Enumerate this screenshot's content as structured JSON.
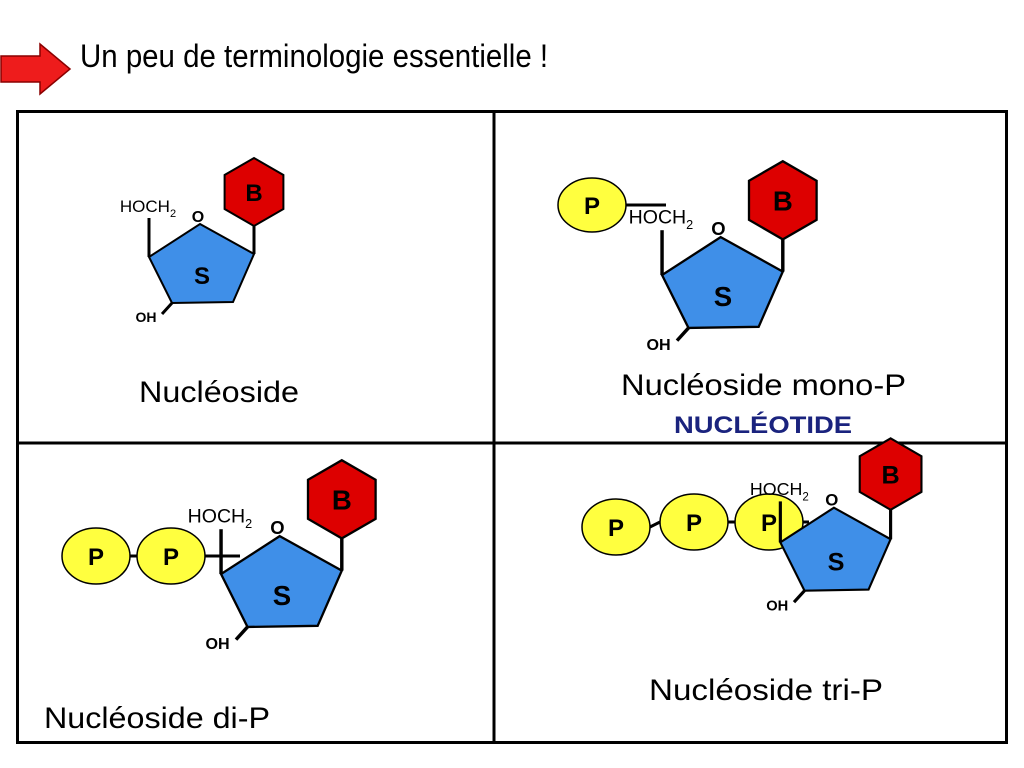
{
  "title": "Un peu de terminologie essentielle !",
  "colors": {
    "arrow": "#ee1c1c",
    "base": "#dd0000",
    "sugar": "#3f8fe8",
    "phosphate": "#ffff3f",
    "nucleotide_text": "#1a237e"
  },
  "labels": {
    "base": "B",
    "sugar": "S",
    "phosphate": "P",
    "oxygen": "O",
    "oh": "OH",
    "hoch_main": "HOCH",
    "hoch_sub": "2"
  },
  "panels": [
    {
      "name": "Nucléoside",
      "phosphates": 0
    },
    {
      "name": "Nucléoside mono-P",
      "subtitle": "NUCLÉOTIDE",
      "phosphates": 1
    },
    {
      "name": "Nucléoside di-P",
      "phosphates": 2
    },
    {
      "name": "Nucléoside tri-P",
      "phosphates": 3
    }
  ]
}
